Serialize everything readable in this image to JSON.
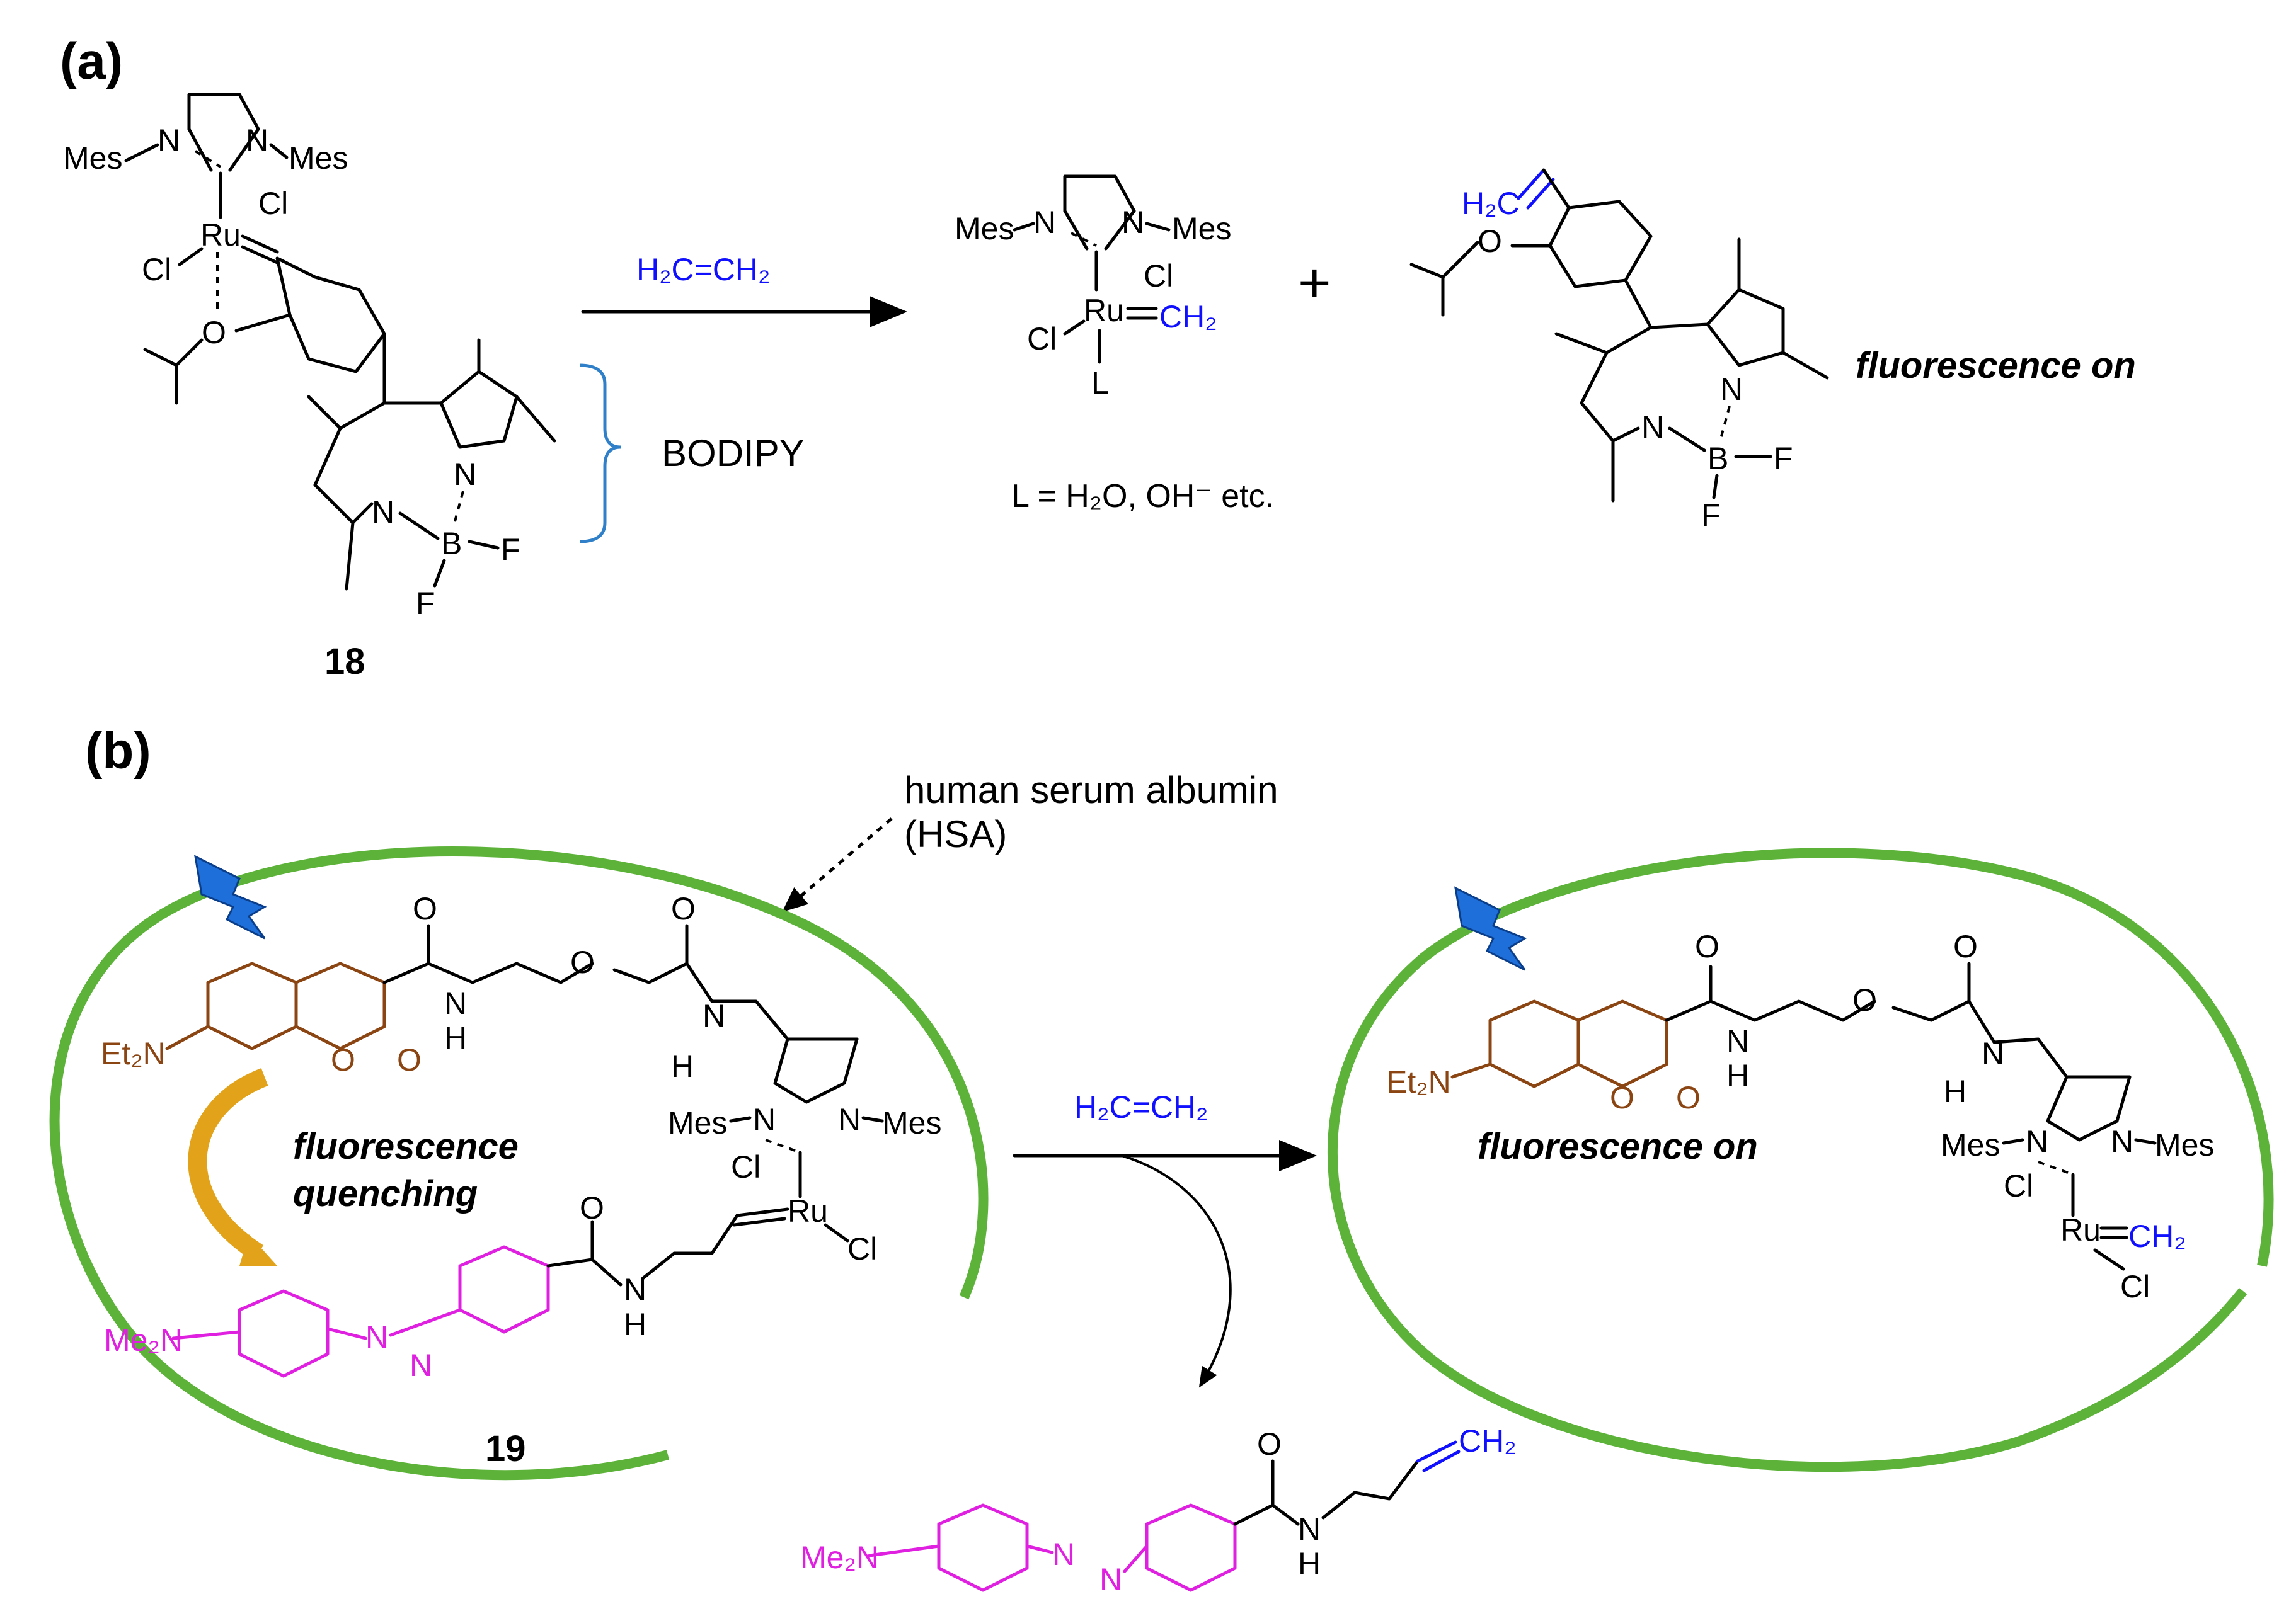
{
  "panels": {
    "a": "(a)",
    "b": "(b)"
  },
  "compounds": {
    "c18": "18",
    "c19": "19"
  },
  "reagents": {
    "ethylene_a": "H₂C=CH₂",
    "ethylene_b": "H₂C=CH₂"
  },
  "labels": {
    "bodipy": "BODIPY",
    "ligand_note": "L = H₂O, OH⁻ etc.",
    "fluor_on_a": "fluorescence on",
    "fluor_on_b": "fluorescence on",
    "quench_1": "fluorescence",
    "quench_2": "quenching",
    "hsa_1": "human serum albumin",
    "hsa_2": "(HSA)",
    "plus": "+"
  },
  "atoms": {
    "mes": "Mes",
    "n": "N",
    "cl": "Cl",
    "ru": "Ru",
    "o": "O",
    "b": "B",
    "f": "F",
    "l": "L",
    "h": "H",
    "ch2": "CH₂",
    "h2c": "H₂C",
    "et2n": "Et₂N",
    "me2n": "Me₂N"
  },
  "colors": {
    "bond": "#000000",
    "reagent_blue": "#1010FF",
    "coumarin_brown": "#8B4513",
    "azobenzene_magenta": "#E020E0",
    "membrane_green": "#5DB33A",
    "lightning_blue": "#1E6FD9",
    "transfer_arrow_gold": "#E2A21A"
  }
}
